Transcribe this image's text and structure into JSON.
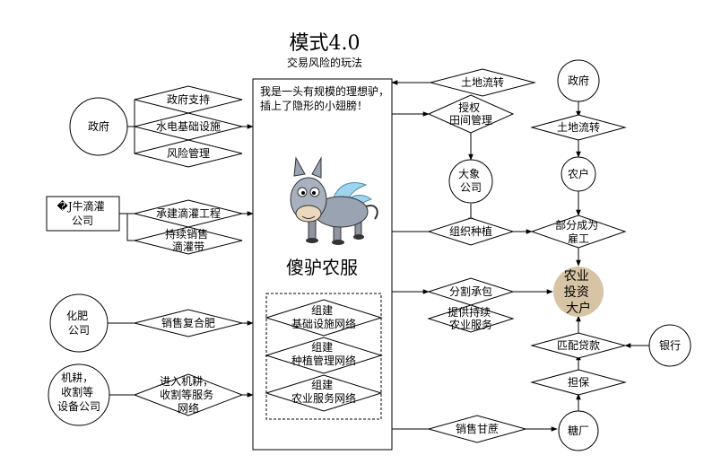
{
  "title": "模式4.0",
  "subtitle": "交易风险的玩法",
  "center": {
    "note": [
      "我是一头有规模的理想驴，",
      "插上了隐形的小翅膀！"
    ],
    "name": "傻驴农服",
    "networks": [
      [
        "组建",
        "基础设施网络"
      ],
      [
        "组建",
        "种植管理网络"
      ],
      [
        "组建",
        "农业服务网络"
      ]
    ]
  },
  "left": {
    "gov": "政府",
    "gov_actions": [
      "政府支持",
      "水电基础设施",
      "风险管理"
    ],
    "irrigation_co": [
      "�J牛滴灌",
      "公司"
    ],
    "irrigation_actions": [
      [
        "承建滴灌工程"
      ],
      [
        "持续销售",
        "滴灌带"
      ]
    ],
    "fertilizer_co": [
      "化肥",
      "公司"
    ],
    "fertilizer_action": [
      "销售复合肥"
    ],
    "machinery_co": [
      "机耕，",
      "收割等",
      "设备公司"
    ],
    "machinery_action": [
      "进入机耕，",
      "收割等服务",
      "网络"
    ]
  },
  "right": {
    "land_transfer_top": "土地流转",
    "gov": "政府",
    "land_transfer": "土地流转",
    "authorize": [
      "授权",
      "田间管理"
    ],
    "elephant_co": [
      "大象",
      "公司"
    ],
    "farmer": "农户",
    "organize_planting": "组织种植",
    "become_employee": [
      "部分成为",
      "雇工"
    ],
    "subcontract": "分割承包",
    "provide_services": [
      "提供持续",
      "农业服务"
    ],
    "big_investor": [
      "农业",
      "投资",
      "大户"
    ],
    "loan_matching": "匹配贷款",
    "bank": "银行",
    "guarantee": "担保",
    "sugar_sales": "销售甘蔗",
    "sugar_factory": "糖厂"
  },
  "colors": {
    "investor_fill": "#d6c4a4",
    "line": "#000000",
    "background": "#ffffff"
  }
}
